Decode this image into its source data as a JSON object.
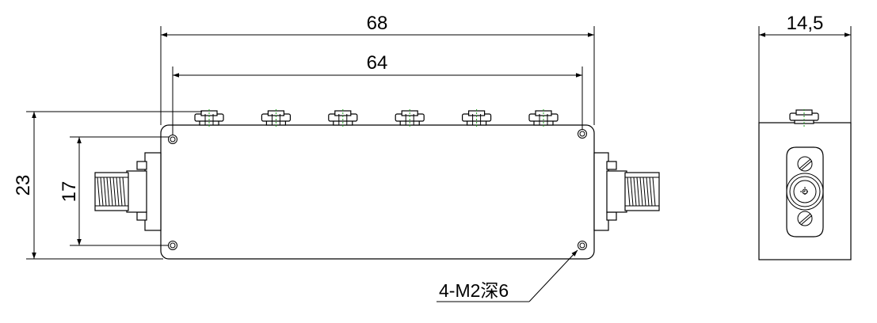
{
  "dimensions": {
    "overall_length": "68",
    "hole_spacing_length": "64",
    "overall_height": "23",
    "hole_spacing_height": "17",
    "depth": "14,5"
  },
  "annotation": {
    "mounting_holes": "4-M2深6"
  },
  "tuning_screw_count": 6,
  "colors": {
    "line": "#000000",
    "centerline": "#1aa01a",
    "background": "#ffffff"
  }
}
